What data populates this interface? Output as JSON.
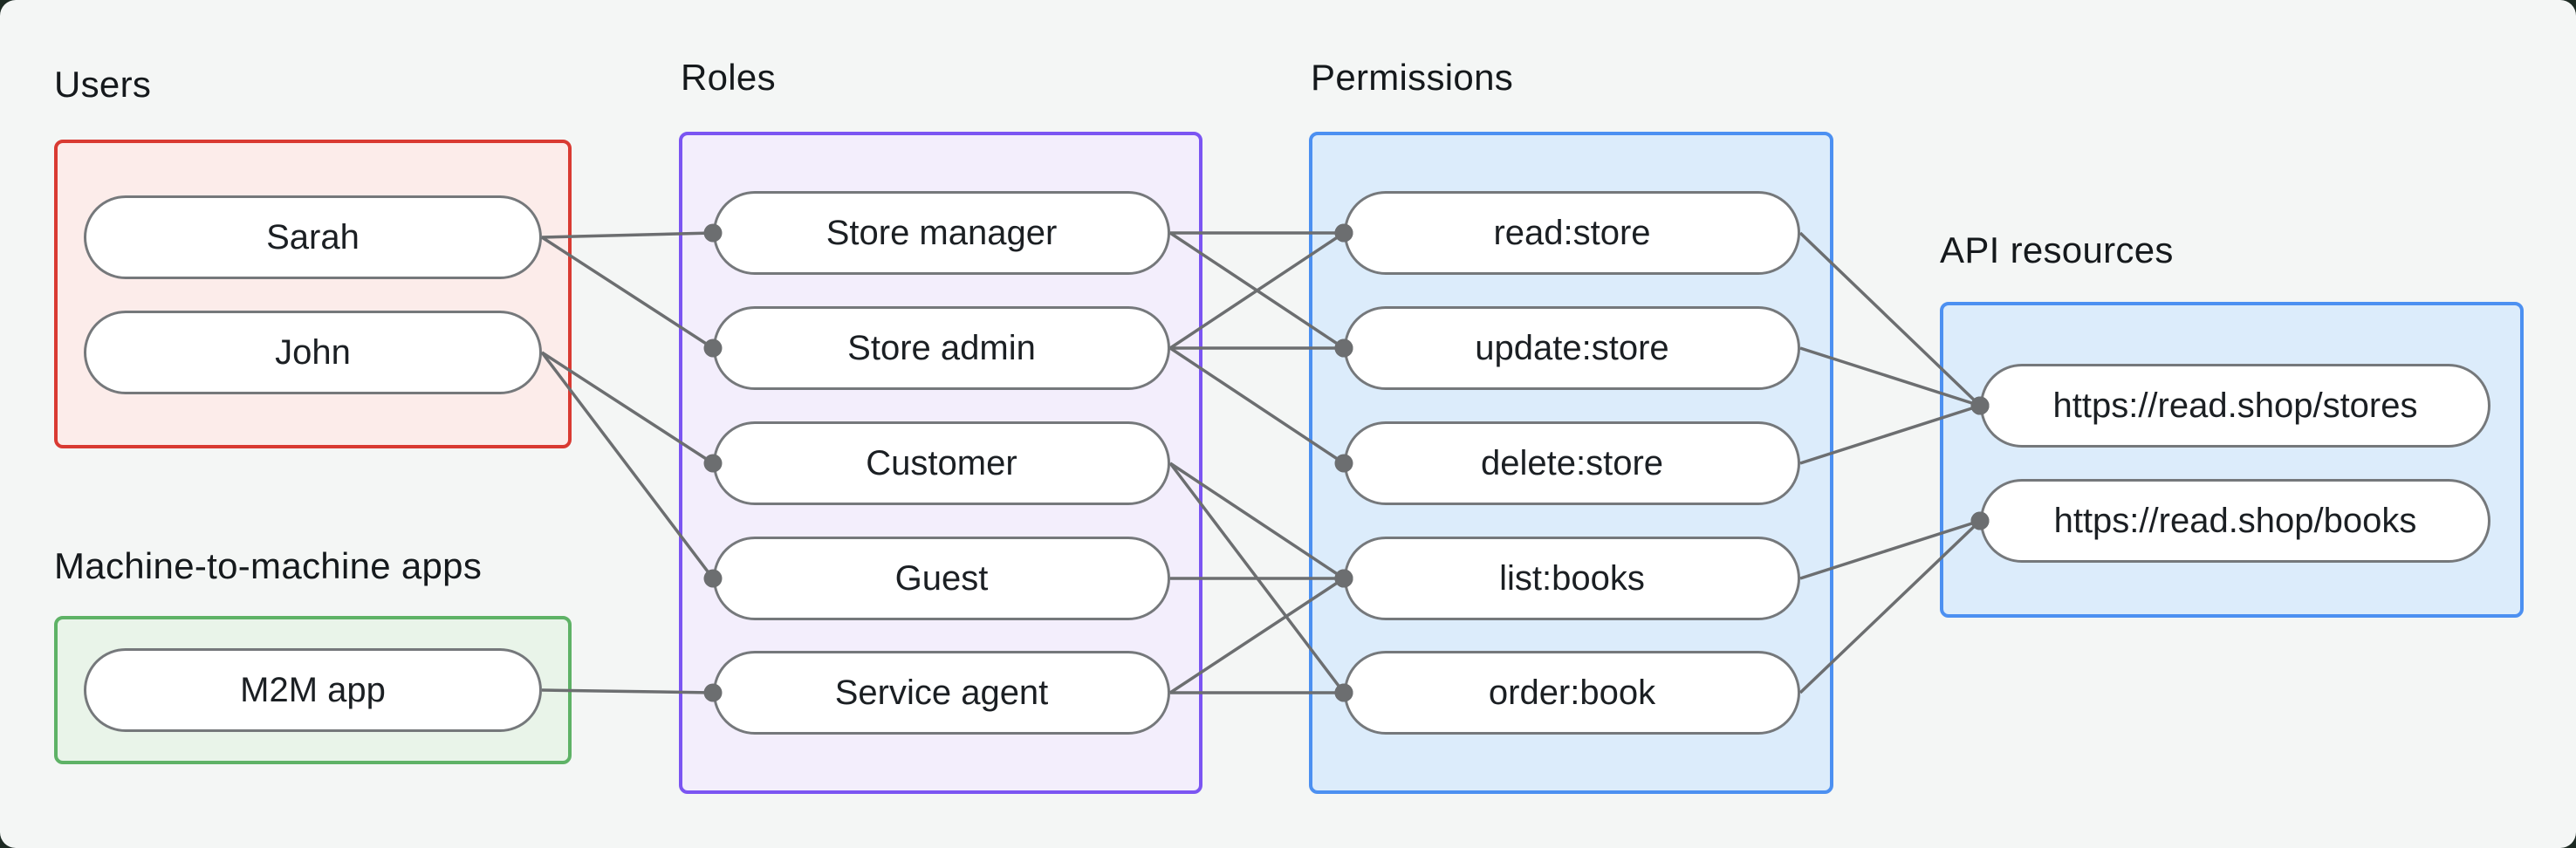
{
  "page": {
    "background": "#f4f6f5",
    "frame_background": "#1d2a23"
  },
  "groups": [
    {
      "id": "users",
      "label": "Users",
      "border_color": "#d93a32",
      "fill_color": "#fcecea",
      "nodes": [
        {
          "id": "sarah",
          "label": "Sarah"
        },
        {
          "id": "john",
          "label": "John"
        }
      ]
    },
    {
      "id": "m2m",
      "label": "Machine-to-machine apps",
      "border_color": "#5eb266",
      "fill_color": "#e9f4e9",
      "nodes": [
        {
          "id": "m2m-app",
          "label": "M2M app"
        }
      ]
    },
    {
      "id": "roles",
      "label": "Roles",
      "border_color": "#7b55f2",
      "fill_color": "#f3eefc",
      "nodes": [
        {
          "id": "store-manager",
          "label": "Store manager"
        },
        {
          "id": "store-admin",
          "label": "Store admin"
        },
        {
          "id": "customer",
          "label": "Customer"
        },
        {
          "id": "guest",
          "label": "Guest"
        },
        {
          "id": "service-agent",
          "label": "Service agent"
        }
      ]
    },
    {
      "id": "permissions",
      "label": "Permissions",
      "border_color": "#4c90f1",
      "fill_color": "#dcecfb",
      "nodes": [
        {
          "id": "read-store",
          "label": "read:store"
        },
        {
          "id": "update-store",
          "label": "update:store"
        },
        {
          "id": "delete-store",
          "label": "delete:store"
        },
        {
          "id": "list-books",
          "label": "list:books"
        },
        {
          "id": "order-book",
          "label": "order:book"
        }
      ]
    },
    {
      "id": "api",
      "label": "API resources",
      "border_color": "#4c90f1",
      "fill_color": "#dcecfb",
      "nodes": [
        {
          "id": "stores",
          "label": "https://read.shop/stores"
        },
        {
          "id": "books",
          "label": "https://read.shop/books"
        }
      ]
    }
  ],
  "edges": [
    {
      "from": "sarah",
      "to": "store-manager"
    },
    {
      "from": "sarah",
      "to": "store-admin"
    },
    {
      "from": "john",
      "to": "customer"
    },
    {
      "from": "john",
      "to": "guest"
    },
    {
      "from": "m2m-app",
      "to": "service-agent"
    },
    {
      "from": "store-manager",
      "to": "read-store"
    },
    {
      "from": "store-manager",
      "to": "update-store"
    },
    {
      "from": "store-admin",
      "to": "read-store"
    },
    {
      "from": "store-admin",
      "to": "update-store"
    },
    {
      "from": "store-admin",
      "to": "delete-store"
    },
    {
      "from": "customer",
      "to": "list-books"
    },
    {
      "from": "customer",
      "to": "order-book"
    },
    {
      "from": "guest",
      "to": "list-books"
    },
    {
      "from": "service-agent",
      "to": "list-books"
    },
    {
      "from": "service-agent",
      "to": "order-book"
    },
    {
      "from": "read-store",
      "to": "stores"
    },
    {
      "from": "update-store",
      "to": "stores"
    },
    {
      "from": "delete-store",
      "to": "stores"
    },
    {
      "from": "list-books",
      "to": "books"
    },
    {
      "from": "order-book",
      "to": "books"
    }
  ],
  "edge_style": {
    "line_color": "#6c6e70",
    "line_width": 3.5,
    "dot_color": "#6c6e70",
    "dot_radius": 10.5
  },
  "node_style": {
    "border_color": "#75787b",
    "fill_color": "#ffffff",
    "text_color": "#1b1f23"
  }
}
